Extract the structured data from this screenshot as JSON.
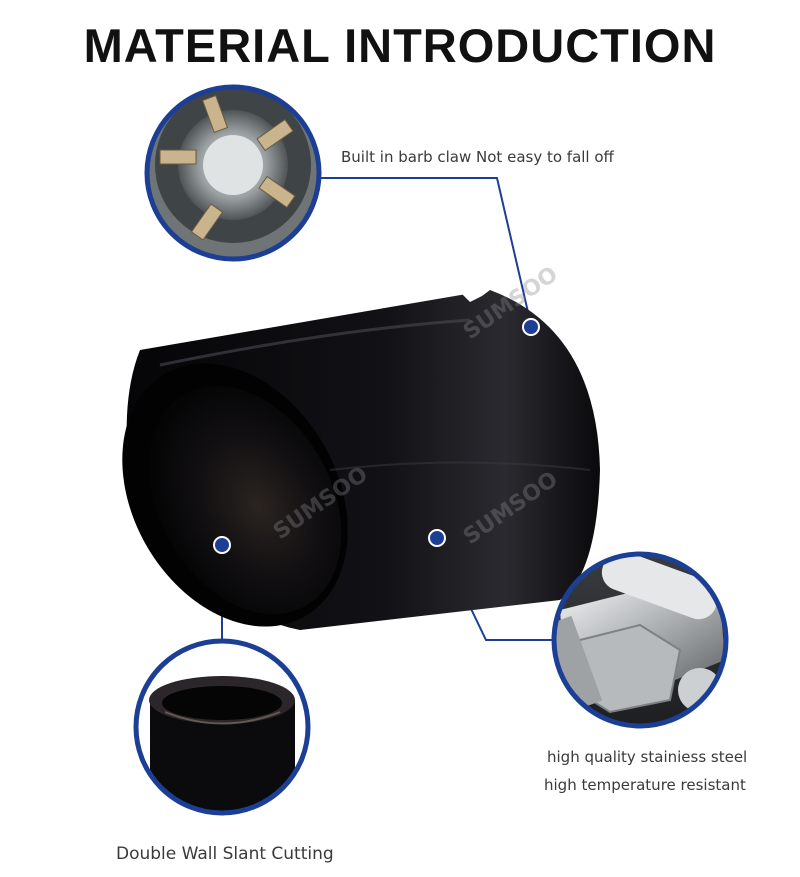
{
  "header": {
    "title": "MATERIAL INTRODUCTION"
  },
  "callouts": {
    "barb_claw": "Built in barb claw Not easy to fall off",
    "steel_line1": "high quality stainiess steel",
    "steel_line2": "high temperature resistant",
    "slant_cut": "Double Wall Slant Cutting"
  },
  "watermark": "SUMSOO",
  "colors": {
    "accent": "#1c3f95",
    "title": "#111111",
    "caption": "#3a3a3a",
    "tip_body": "#0b0b0d"
  }
}
